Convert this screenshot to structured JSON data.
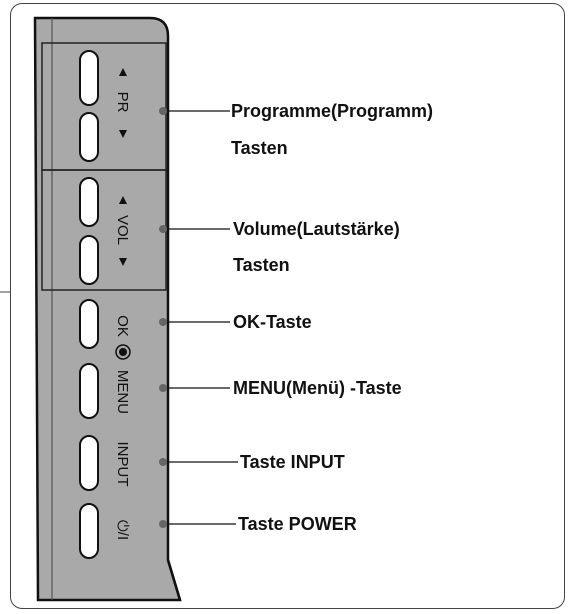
{
  "panel": {
    "pr_label": "PR",
    "vol_label": "VOL",
    "ok_label": "OK",
    "menu_label": "MENU",
    "input_label": "INPUT",
    "power_label": "⏻/I"
  },
  "callouts": {
    "programme_line1": "Programme(Programm)",
    "programme_line2": "Tasten",
    "volume_line1": "Volume(Lautstärke)",
    "volume_line2": "Tasten",
    "ok": "OK-Taste",
    "menu": "MENU(Menü) -Taste",
    "input": "Taste INPUT",
    "power": "Taste POWER"
  },
  "colors": {
    "panel_fill": "#a9a9a9",
    "outline": "#111111",
    "button_fill": "#ffffff",
    "leader_dot": "#666666"
  }
}
